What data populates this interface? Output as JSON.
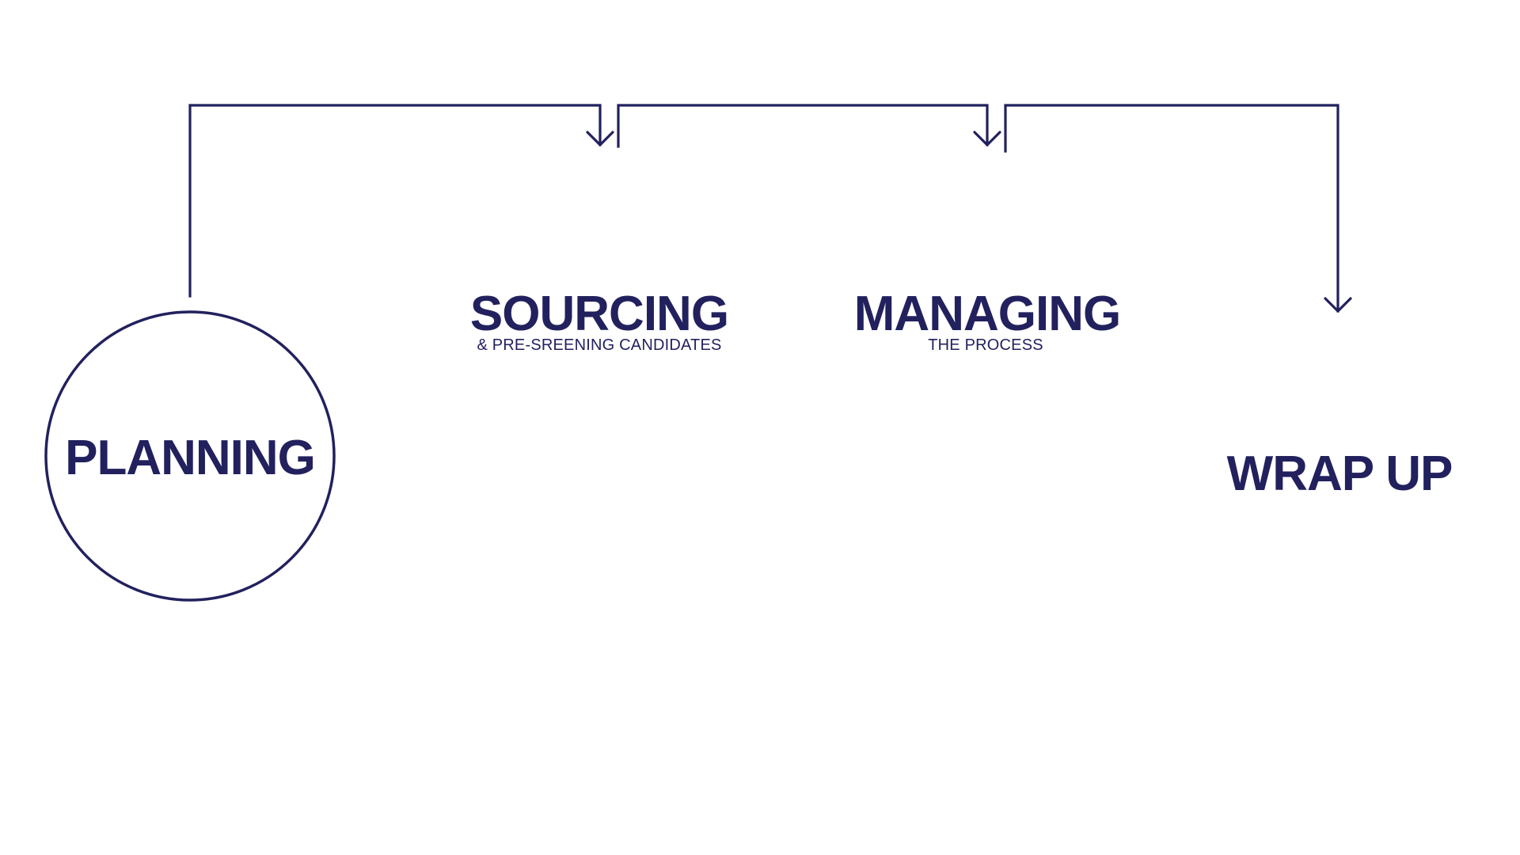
{
  "colors": {
    "primary": "#22215e",
    "background": "#ffffff"
  },
  "stages": {
    "planning": {
      "title": "PLANNING"
    },
    "sourcing": {
      "title": "SOURCING",
      "subtitle": "& PRE-SREENING CANDIDATES"
    },
    "managing": {
      "title": "MANAGING",
      "subtitle": "THE PROCESS"
    },
    "wrap_up": {
      "title": "WRAP UP"
    }
  }
}
